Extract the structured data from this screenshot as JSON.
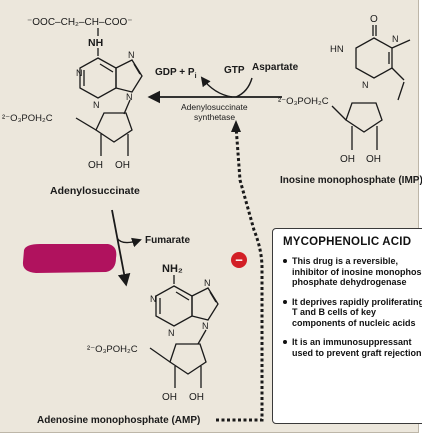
{
  "reaction": {
    "gdp_pi": "GDP + P",
    "gdp_pi_subscript": "i",
    "gtp": "GTP",
    "aspartate": "Aspartate",
    "enzyme_line1": "Adenylosuccinate",
    "enzyme_line2": "synthetase",
    "fumarate": "Fumarate",
    "inhibition_sign": "−"
  },
  "molecules": {
    "adenylosuccinate": {
      "name": "Adenylosuccinate",
      "side_chain": "⁻OOC–CH₂–CH–COO⁻",
      "nh": "NH",
      "phosphate": "²⁻O₃POH₂C",
      "oh_left": "OH",
      "oh_right": "OH",
      "ring_n": "N"
    },
    "amp": {
      "name": "Adenosine monophosphate (AMP)",
      "nh2": "NH₂",
      "phosphate": "²⁻O₃POH₂C",
      "oh_left": "OH",
      "oh_right": "OH",
      "ring_n": "N"
    },
    "imp": {
      "name": "Inosine monophosphate (IMP)",
      "oxygen": "O",
      "hn": "HN",
      "phosphate": "²⁻O₃POH₂C",
      "oh_left": "OH",
      "oh_right": "OH",
      "ring_n": "N"
    }
  },
  "infobox": {
    "title": "MYCOPHENOLIC ACID",
    "bullets": [
      {
        "lines": [
          "This drug is a reversible,",
          "inhibitor of inosine monophosphate",
          "phosphate dehydrogenase"
        ]
      },
      {
        "lines": [
          "It deprives rapidly proliferating",
          "T and B cells of key",
          "components of nucleic acids"
        ]
      },
      {
        "lines": [
          "It is an immunosuppressant",
          "used to prevent graft rejection"
        ]
      }
    ]
  },
  "colors": {
    "background": "#ece7dc",
    "redaction_blob": "#b0125e",
    "inhibition_red": "#d21f26",
    "ink": "#1a1a1a"
  }
}
